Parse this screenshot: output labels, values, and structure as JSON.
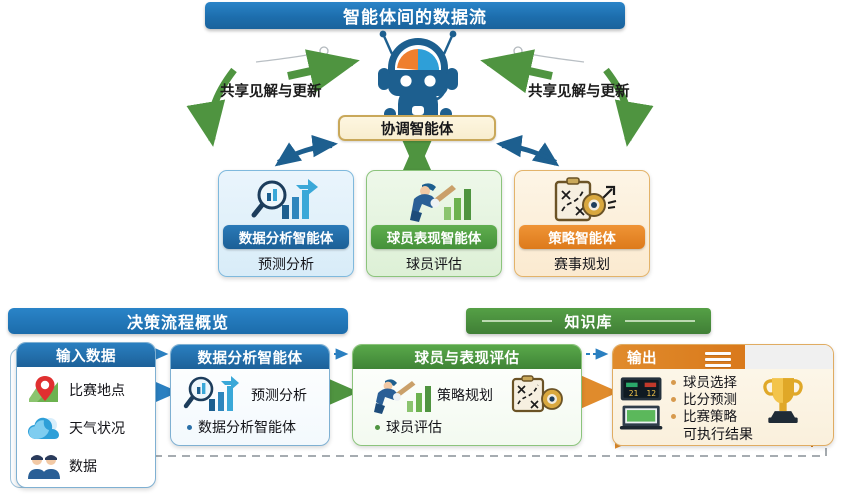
{
  "top": {
    "title": "智能体间的数据流",
    "shared_left": "共享见解与更新",
    "shared_right": "共享见解与更新",
    "coordinator": "协调智能体",
    "robot_icon": "robot-head-icon",
    "agents": [
      {
        "name": "数据分析智能体",
        "subtitle": "预测分析",
        "icon": "magnifier-bar-chart-icon",
        "accent": "#1c5f96"
      },
      {
        "name": "球员表现智能体",
        "subtitle": "球员评估",
        "icon": "batter-bar-chart-icon",
        "accent": "#45913a"
      },
      {
        "name": "策略智能体",
        "subtitle": "赛事规划",
        "icon": "clipboard-tactics-icon",
        "accent": "#dd7a1b"
      }
    ]
  },
  "bottom": {
    "section_left_title": "决策流程概览",
    "section_right_title": "知识库",
    "input": {
      "header": "输入数据",
      "items": [
        {
          "label": "比赛地点",
          "icon": "map-pin-icon"
        },
        {
          "label": "天气状况",
          "icon": "cloud-icon"
        },
        {
          "label": "数据",
          "icon": "people-icon"
        }
      ]
    },
    "data_analysis": {
      "header": "数据分析智能体",
      "main_label": "预测分析",
      "icon": "magnifier-bar-chart-icon",
      "bullet": "数据分析智能体"
    },
    "player_performance": {
      "header": "球员与表现评估",
      "main_label": "策略规划",
      "icon_left": "batter-bar-chart-icon",
      "icon_right": "clipboard-tactics-icon",
      "bullet": "球员评估"
    },
    "output": {
      "header": "输出",
      "menu_icon": "hamburger-menu-icon",
      "icon_left": "scoreboard-laptop-icon",
      "icon_right": "trophy-icon",
      "items": [
        "球员选择",
        "比分预测",
        "比赛策略"
      ],
      "footer": "可执行结果"
    }
  },
  "colors": {
    "blue": "#1d6ead",
    "green": "#45913a",
    "orange": "#dd7a1b",
    "cream": "#fdf6e0",
    "arrow_green": "#4f9440",
    "arrow_navy": "#1d5f8f",
    "arrow_orange": "#e08b2c"
  }
}
